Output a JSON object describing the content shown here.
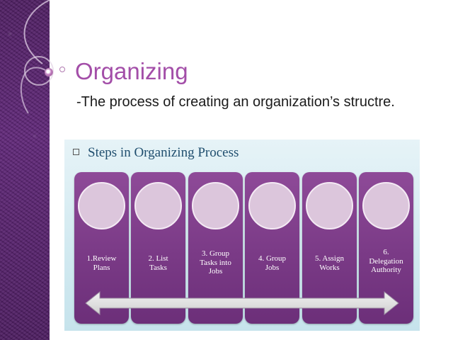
{
  "slide": {
    "title": "Organizing",
    "subtitle": "-The process of creating an organization’s structre."
  },
  "diagram": {
    "heading": "Steps in Organizing Process",
    "steps": [
      {
        "line1": "1.Review",
        "line2": "Plans",
        "line3": ""
      },
      {
        "line1": "2. List",
        "line2": "Tasks",
        "line3": ""
      },
      {
        "line1": "3. Group",
        "line2": "Tasks into",
        "line3": "Jobs"
      },
      {
        "line1": "4. Group",
        "line2": "Jobs",
        "line3": ""
      },
      {
        "line1": "5. Assign",
        "line2": "Works",
        "line3": ""
      },
      {
        "line1": "6.",
        "line2": "Delegation",
        "line3": "Authority"
      }
    ]
  },
  "colors": {
    "title": "#a34ea8",
    "step_fill": "#7a3a86",
    "circle_fill": "#dcc6dc",
    "panel_bg": "#d3eaf1",
    "left_band": "#5e2477"
  }
}
